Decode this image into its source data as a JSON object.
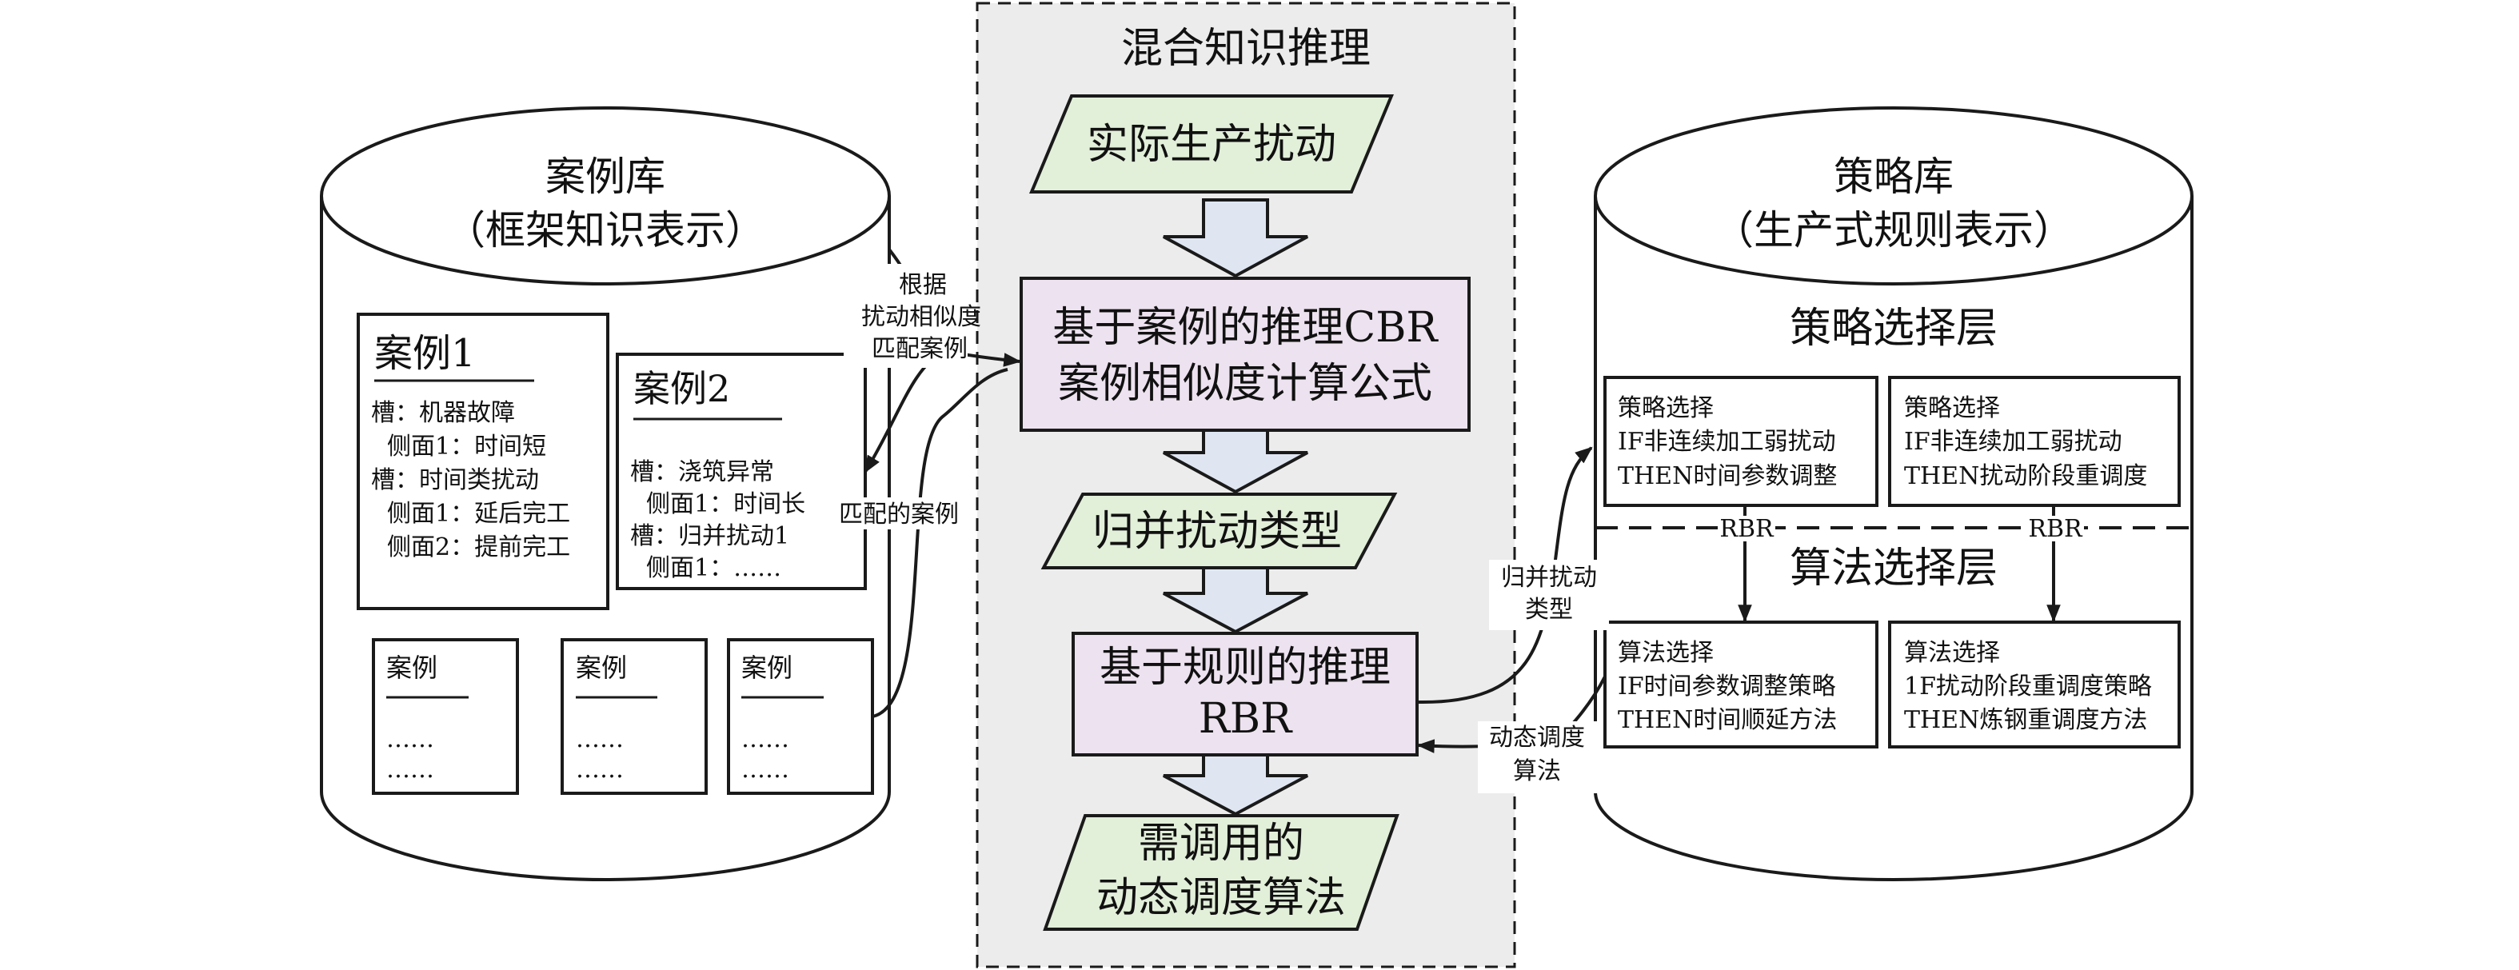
{
  "center": {
    "title": "混合知识推理",
    "actual_disturbance": "实际生产扰动",
    "cbr_line1": "基于案例的推理CBR",
    "cbr_line2": "案例相似度计算公式",
    "merge_type": "归并扰动类型",
    "rbr_line1": "基于规则的推理",
    "rbr_line2": "RBR",
    "output_line1": "需调用的",
    "output_line2": "动态调度算法"
  },
  "case_library": {
    "title": "案例库",
    "subtitle": "（框架知识表示）",
    "case1": {
      "title": "案例1",
      "lines": [
        "槽：机器故障",
        "侧面1：时间短",
        "槽：时间类扰动",
        "侧面1：延后完工",
        "侧面2：提前完工"
      ]
    },
    "case2": {
      "title": "案例2",
      "lines": [
        "槽：浇筑异常",
        "侧面1：时间长",
        "槽：归并扰动1",
        "侧面1：……"
      ]
    },
    "small_cases": [
      {
        "title": "案例",
        "line1": "……",
        "line2": "……"
      },
      {
        "title": "案例",
        "line1": "……",
        "line2": "……"
      },
      {
        "title": "案例",
        "line1": "……",
        "line2": "……"
      }
    ]
  },
  "strategy_library": {
    "title": "策略库",
    "subtitle": "（生产式规则表示）",
    "strategy_layer_title": "策略选择层",
    "algorithm_layer_title": "算法选择层",
    "rbr_label_left": "RBR",
    "rbr_label_right": "RBR",
    "strategy_boxes": [
      {
        "title": "策略选择",
        "if": "IF非连续加工弱扰动",
        "then": "THEN时间参数调整"
      },
      {
        "title": "策略选择",
        "if": "IF非连续加工弱扰动",
        "then": "THEN扰动阶段重调度"
      }
    ],
    "algorithm_boxes": [
      {
        "title": "算法选择",
        "if": "IF时间参数调整策略",
        "then": "THEN时间顺延方法"
      },
      {
        "title": "算法选择",
        "if": "1F扰动阶段重调度策略",
        "then": "THEN炼钢重调度方法"
      }
    ]
  },
  "edge_labels": {
    "match_by_line1": "根据",
    "match_by_line2": "扰动相似度",
    "match_by_line3": "匹配案例",
    "matched_case": "匹配的案例",
    "merged_type_line1": "归并扰动",
    "merged_type_line2": "类型",
    "dynamic_algo_line1": "动态调度",
    "dynamic_algo_line2": "算法"
  },
  "colors": {
    "panel_bg": "#ececec",
    "parallelogram_fill": "#e2efd9",
    "process_fill": "#ede2ef",
    "arrow_fill": "#dfe6f2",
    "stroke": "#1a1a1a"
  }
}
